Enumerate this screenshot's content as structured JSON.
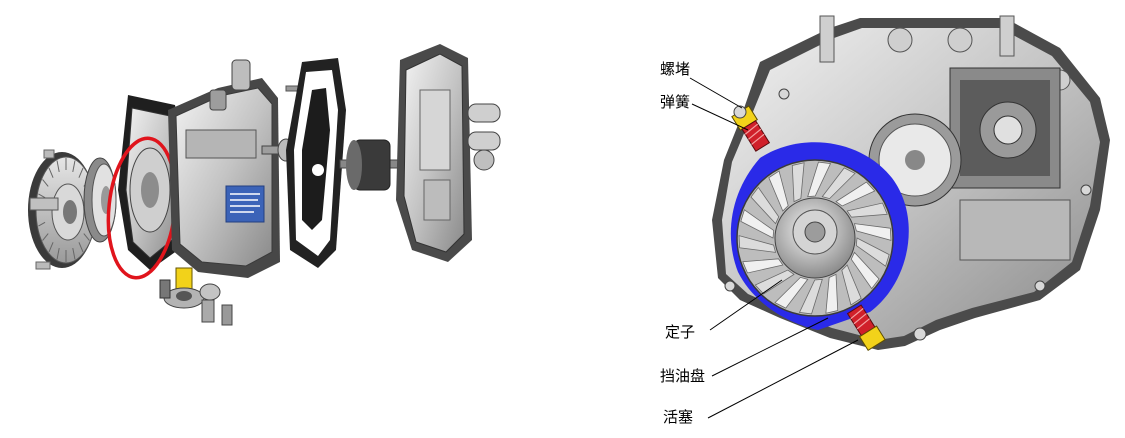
{
  "labels": {
    "plug": "螺堵",
    "spring": "弹簧",
    "stator": "定子",
    "oil_baffle": "挡油盘",
    "piston": "活塞"
  },
  "colors": {
    "highlight_ring": "#e0141c",
    "baffle_blue": "#2a2ae8",
    "spring_red": "#d0202a",
    "plug_yellow": "#f2d21a",
    "metal_light": "#d8d8d8",
    "metal_mid": "#a9a9a9",
    "metal_dark": "#5a5a5a",
    "label_plate": "#3b63b8"
  }
}
